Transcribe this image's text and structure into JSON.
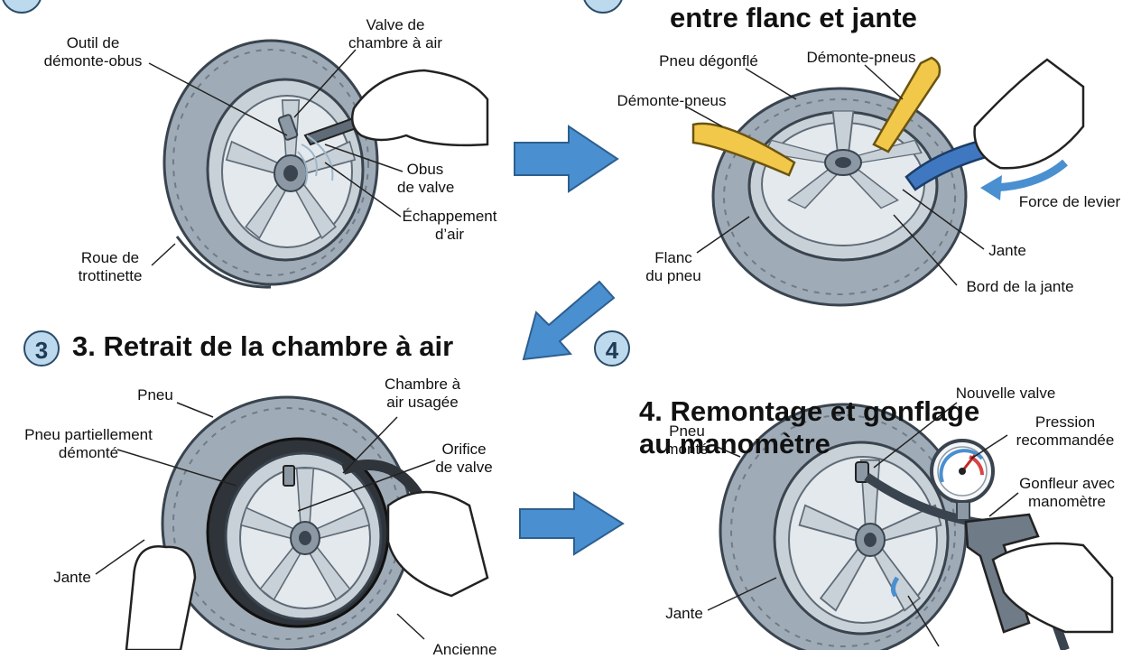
{
  "colors": {
    "tire": "#9fabb6",
    "tire_dark": "#39444f",
    "rim": "#c9d1d8",
    "arrow": "#4a8fd0",
    "lever_yellow": "#f2c84b",
    "lever_blue": "#3f78c1",
    "badge_fill": "#bcd9ee"
  },
  "icons": [
    "badge-circle",
    "step-arrow",
    "wheel",
    "hand",
    "tire-lever",
    "pressure-gauge",
    "inflator-gun"
  ],
  "panel1": {
    "labels": {
      "outil": "Outil de\ndémonte-obus",
      "valve": "Valve de\nchambre à air",
      "obus": "Obus\nde valve",
      "echappement": "Échappement\nd’air",
      "roue": "Roue de\ntrottinette"
    }
  },
  "panel2": {
    "title": "entre flanc et jante",
    "labels": {
      "pneu_degonfle": "Pneu dégonflé",
      "demonte_left": "Démonte-pneus",
      "demonte_right": "Démonte-pneus",
      "force": "Force de levier",
      "flanc": "Flanc\ndu pneu",
      "jante": "Jante",
      "bord": "Bord de la jante"
    }
  },
  "panel3": {
    "badge": "3",
    "title": "3. Retrait de la chambre à air",
    "labels": {
      "pneu": "Pneu",
      "chambre": "Chambre à\nair usagée",
      "partiel": "Pneu partiellement\ndémonté",
      "orifice": "Orifice\nde valve",
      "jante": "Jante",
      "ancienne": "Ancienne"
    }
  },
  "panel4": {
    "badge": "4",
    "title": "4. Remontage et gonflage\nau manomètre",
    "labels": {
      "nouvelle": "Nouvelle valve",
      "pression": "Pression\nrecommandée",
      "pneu_monte": "Pneu\nmonté",
      "gonfleur": "Gonfleur avec\nmanomètre",
      "jante": "Jante"
    }
  }
}
